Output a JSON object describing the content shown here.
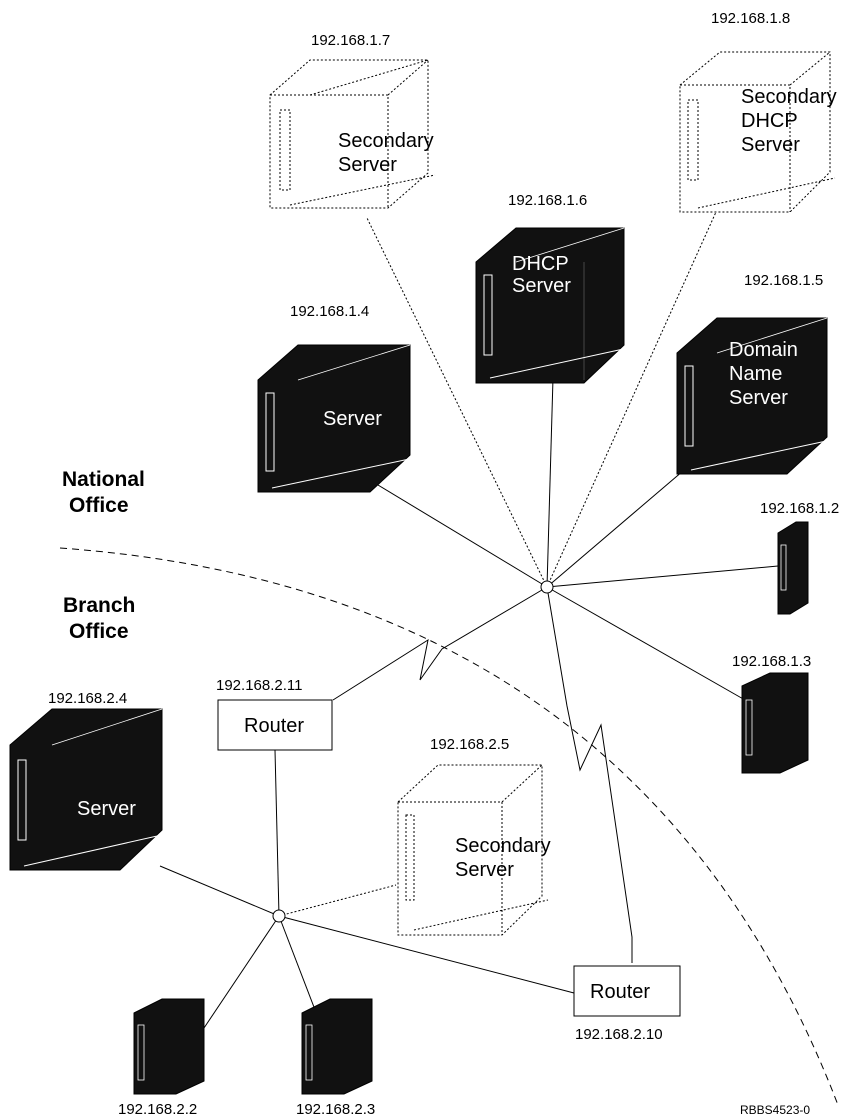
{
  "regions": {
    "national": [
      "National",
      "Office"
    ],
    "branch": [
      "Branch",
      "Office"
    ]
  },
  "devices": {
    "secondary_server_national": {
      "ip": "192.168.1.7",
      "label": [
        "Secondary",
        "Server"
      ]
    },
    "secondary_dhcp_server": {
      "ip": "192.168.1.8",
      "label": [
        "Secondary",
        "DHCP",
        "Server"
      ]
    },
    "dhcp_server": {
      "ip": "192.168.1.6",
      "label": [
        "DHCP",
        "Server"
      ]
    },
    "server_national": {
      "ip": "192.168.1.4",
      "label": [
        "Server"
      ]
    },
    "domain_name_server": {
      "ip": "192.168.1.5",
      "label": [
        "Domain",
        "Name",
        "Server"
      ]
    },
    "client_1_2": {
      "ip": "192.168.1.2"
    },
    "client_1_3": {
      "ip": "192.168.1.3"
    },
    "server_branch": {
      "ip": "192.168.2.4",
      "label": [
        "Server"
      ]
    },
    "router_branch": {
      "ip": "192.168.2.11",
      "label": "Router"
    },
    "secondary_server_branch": {
      "ip": "192.168.2.5",
      "label": [
        "Secondary",
        "Server"
      ]
    },
    "router_national": {
      "ip": "192.168.2.10",
      "label": "Router"
    },
    "client_2_2": {
      "ip": "192.168.2.2"
    },
    "client_2_3": {
      "ip": "192.168.2.3"
    }
  },
  "figure_id": "RBBS4523-0"
}
